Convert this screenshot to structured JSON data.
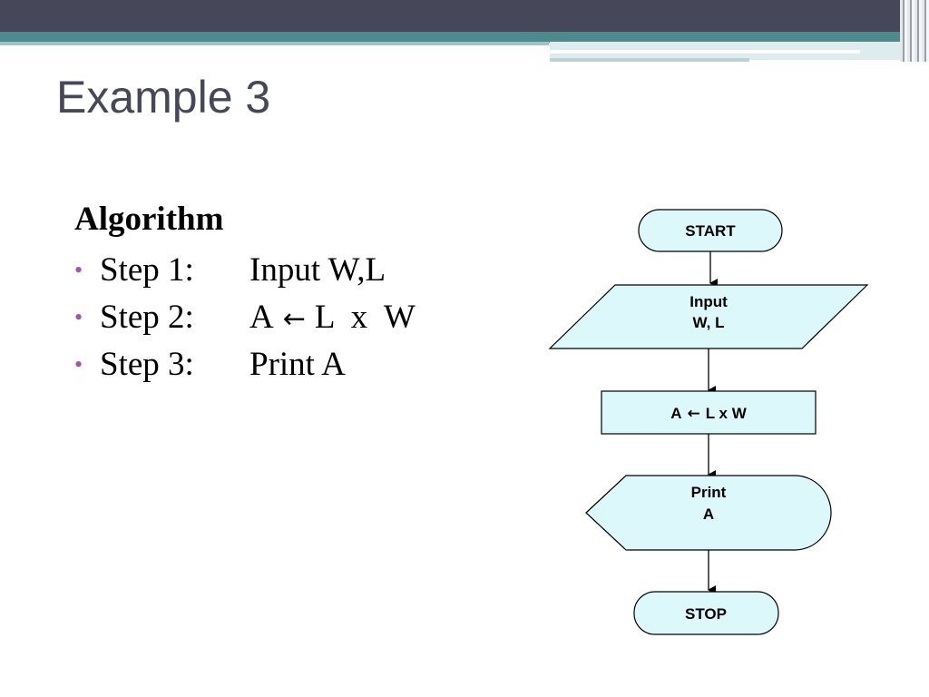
{
  "slide": {
    "title": "Example 3"
  },
  "algorithm": {
    "heading": "Algorithm",
    "bullet": "•",
    "steps": [
      {
        "label": "Step 1:",
        "text": "Input W,L"
      },
      {
        "label": "Step 2:",
        "lhs": "A",
        "arrow": "←",
        "rhs": "L  x  W"
      },
      {
        "label": "Step 3:",
        "text": "Print A"
      }
    ]
  },
  "flowchart": {
    "start": "START",
    "input_line1": "Input",
    "input_line2": "W, L",
    "process_lhs": "A",
    "process_arrow": "←",
    "process_rhs": "L x W",
    "output_line1": "Print",
    "output_line2": "A",
    "stop": "STOP"
  },
  "colors": {
    "title": "#464758",
    "bullet": "#9d59a6",
    "node_fill": "#ddf8fb",
    "header": "#464758",
    "teal": "#4c8b8d"
  }
}
